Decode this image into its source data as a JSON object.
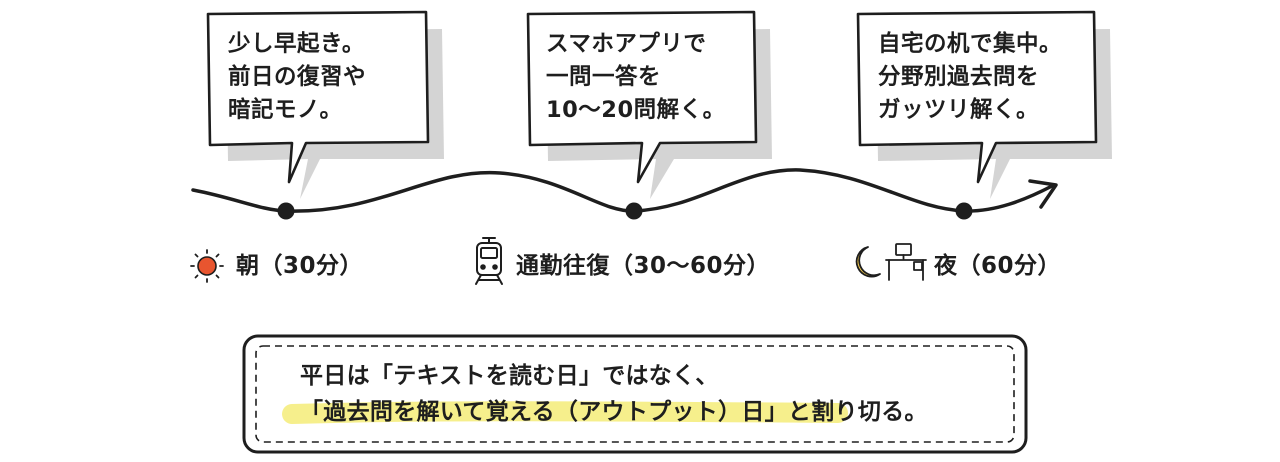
{
  "bubbles": [
    {
      "lines": [
        "少し早起き。",
        "前日の復習や",
        "暗記モノ。"
      ]
    },
    {
      "lines": [
        "スマホアプリで",
        "一問一答を",
        "10～20問解く。"
      ]
    },
    {
      "lines": [
        "自宅の机で集中。",
        "分野別過去問を",
        "ガッツリ解く。"
      ]
    }
  ],
  "stops": [
    {
      "label": "朝（30分）",
      "icon": "sun-icon"
    },
    {
      "label": "通勤往復（30～60分）",
      "icon": "train-icon"
    },
    {
      "label": "夜（60分）",
      "icon": "moon-desk-icon"
    }
  ],
  "note": {
    "line1": "平日は「テキストを読む日」ではなく、",
    "line2_highlight": "「過去問を解いて覚える（アウトプット）日」",
    "line2_rest": "と割り切る。"
  },
  "colors": {
    "ink": "#1e1e1e",
    "shadow": "#d4d4d4",
    "sun": "#e8552f",
    "moon": "#f2c94c",
    "highlight": "#f6ee86"
  }
}
